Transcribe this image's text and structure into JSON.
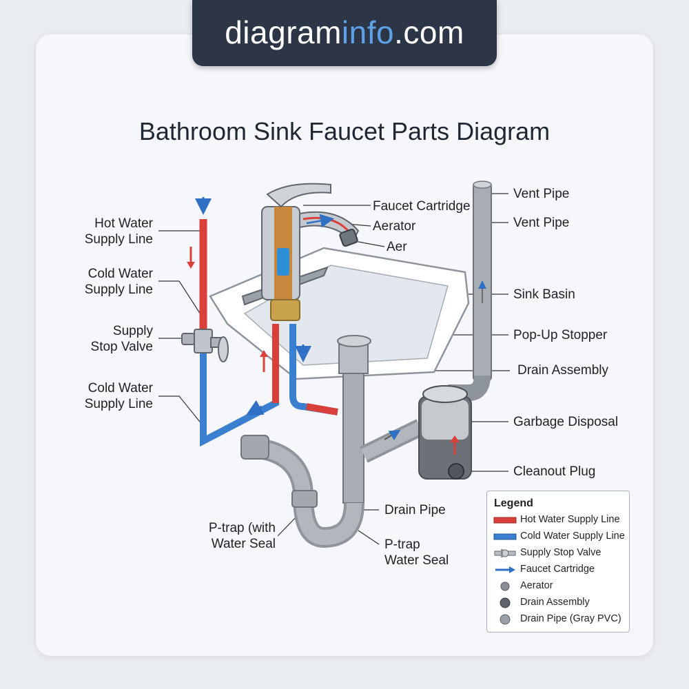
{
  "site": {
    "name_main": "diagram",
    "name_accent": "info",
    "name_tld": ".com"
  },
  "title": "Bathroom Sink Faucet Parts Diagram",
  "labels": {
    "hot_water_supply_line": "Hot Water\nSupply Line",
    "cold_water_supply_line_top": "Cold Water\nSupply Line",
    "supply_stop_valve": "Supply\nStop Valve",
    "cold_water_supply_line_bottom": "Cold Water\nSupply Line",
    "faucet_cartridge": "Faucet Cartridge",
    "aerator": "Aerator",
    "aer": "Aer",
    "vent_pipe_top": "Vent Pipe",
    "vent_pipe_second": "Vent Pipe",
    "sink_basin": "Sink Basin",
    "pop_up_stopper": "Pop-Up Stopper",
    "drain_assembly": "Drain Assembly",
    "garbage_disposal": "Garbage Disposal",
    "cleanout_plug": "Cleanout Plug",
    "drain_pipe": "Drain Pipe",
    "p_trap_with_water_seal": "P-trap (with\nWater Seal",
    "p_trap_water_seal": "P-trap\nWater Seal"
  },
  "legend": {
    "title": "Legend",
    "items": [
      {
        "label": "Hot Water Supply Line",
        "icon": "red-line-swatch",
        "color": "#d9403a"
      },
      {
        "label": "Cold Water Supply Line",
        "icon": "blue-line-swatch",
        "color": "#3b7fd0"
      },
      {
        "label": "Supply Stop Valve",
        "icon": "valve-icon",
        "color": "#8a9099"
      },
      {
        "label": "Faucet Cartridge",
        "icon": "blue-arrow-icon",
        "color": "#2f6fc4"
      },
      {
        "label": "Aerator",
        "icon": "gray-dot-icon",
        "color": "#8a8f96"
      },
      {
        "label": "Drain Assembly",
        "icon": "dark-dot-icon",
        "color": "#5f646b"
      },
      {
        "label": "Drain Pipe  (Gray PVC)",
        "icon": "gray-dot-icon",
        "color": "#9a9fa6"
      }
    ]
  },
  "colors": {
    "hot": "#d9403a",
    "cold": "#3b7fd0",
    "pipe_gray": "#a8adb4",
    "banner": "#2c3646",
    "brand_accent": "#5fa0e6"
  }
}
